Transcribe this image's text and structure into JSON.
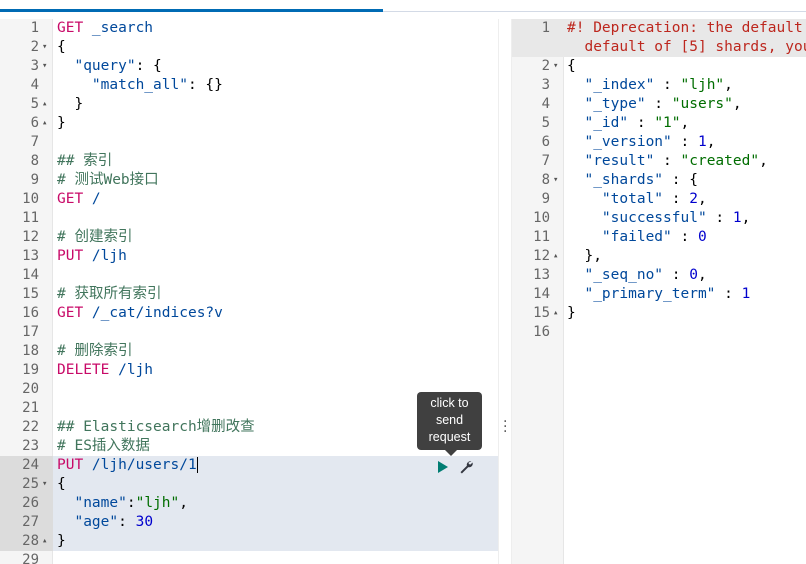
{
  "tooltip": {
    "text_1": "click to",
    "text_2": "send",
    "text_3": "request"
  },
  "request_lines": [
    {
      "n": "1",
      "fold": "",
      "parts": [
        [
          "method",
          "GET"
        ],
        [
          "url",
          " _search"
        ]
      ]
    },
    {
      "n": "2",
      "fold": "▾",
      "parts": [
        [
          "punc",
          "{"
        ]
      ]
    },
    {
      "n": "3",
      "fold": "▾",
      "parts": [
        [
          "punc",
          "  "
        ],
        [
          "key",
          "\"query\""
        ],
        [
          "punc",
          ": {"
        ]
      ]
    },
    {
      "n": "4",
      "fold": "",
      "parts": [
        [
          "punc",
          "    "
        ],
        [
          "key",
          "\"match_all\""
        ],
        [
          "punc",
          ": {}"
        ]
      ]
    },
    {
      "n": "5",
      "fold": "▴",
      "parts": [
        [
          "punc",
          "  }"
        ]
      ]
    },
    {
      "n": "6",
      "fold": "▴",
      "parts": [
        [
          "punc",
          "}"
        ]
      ]
    },
    {
      "n": "7",
      "fold": "",
      "parts": []
    },
    {
      "n": "8",
      "fold": "",
      "parts": [
        [
          "cm",
          "## 索引"
        ]
      ]
    },
    {
      "n": "9",
      "fold": "",
      "parts": [
        [
          "cm",
          "# 测试Web接口"
        ]
      ]
    },
    {
      "n": "10",
      "fold": "",
      "parts": [
        [
          "method",
          "GET"
        ],
        [
          "url",
          " /"
        ]
      ]
    },
    {
      "n": "11",
      "fold": "",
      "parts": []
    },
    {
      "n": "12",
      "fold": "",
      "parts": [
        [
          "cm",
          "# 创建索引"
        ]
      ]
    },
    {
      "n": "13",
      "fold": "",
      "parts": [
        [
          "method",
          "PUT"
        ],
        [
          "url",
          " /ljh"
        ]
      ]
    },
    {
      "n": "14",
      "fold": "",
      "parts": []
    },
    {
      "n": "15",
      "fold": "",
      "parts": [
        [
          "cm",
          "# 获取所有索引"
        ]
      ]
    },
    {
      "n": "16",
      "fold": "",
      "parts": [
        [
          "method",
          "GET"
        ],
        [
          "url",
          " /_cat/indices?v"
        ]
      ]
    },
    {
      "n": "17",
      "fold": "",
      "parts": []
    },
    {
      "n": "18",
      "fold": "",
      "parts": [
        [
          "cm",
          "# 删除索引"
        ]
      ]
    },
    {
      "n": "19",
      "fold": "",
      "parts": [
        [
          "method",
          "DELETE"
        ],
        [
          "url",
          " /ljh"
        ]
      ]
    },
    {
      "n": "20",
      "fold": "",
      "parts": []
    },
    {
      "n": "21",
      "fold": "",
      "parts": []
    },
    {
      "n": "22",
      "fold": "",
      "parts": [
        [
          "cm",
          "## Elasticsearch增删改查"
        ]
      ]
    },
    {
      "n": "23",
      "fold": "",
      "parts": [
        [
          "cm",
          "# ES插入数据"
        ]
      ]
    },
    {
      "n": "24",
      "fold": "",
      "sel": true,
      "cursor": true,
      "parts": [
        [
          "method",
          "PUT"
        ],
        [
          "url",
          " /ljh/users/1"
        ]
      ]
    },
    {
      "n": "25",
      "fold": "▾",
      "sel": true,
      "parts": [
        [
          "punc",
          "{"
        ]
      ]
    },
    {
      "n": "26",
      "fold": "",
      "sel": true,
      "parts": [
        [
          "punc",
          "  "
        ],
        [
          "key",
          "\"name\""
        ],
        [
          "punc",
          ":"
        ],
        [
          "strg",
          "\"ljh\""
        ],
        [
          "punc",
          ","
        ]
      ]
    },
    {
      "n": "27",
      "fold": "",
      "sel": true,
      "parts": [
        [
          "punc",
          "  "
        ],
        [
          "key",
          "\"age\""
        ],
        [
          "punc",
          ": "
        ],
        [
          "num",
          "30"
        ]
      ]
    },
    {
      "n": "28",
      "fold": "▴",
      "sel": true,
      "parts": [
        [
          "punc",
          "}"
        ]
      ]
    },
    {
      "n": "29",
      "fold": "",
      "parts": []
    }
  ],
  "response_lines": [
    {
      "n": "1",
      "fold": "",
      "hl": true,
      "parts": [
        [
          "warn",
          "#! Deprecation: the default n"
        ]
      ]
    },
    {
      "n": "",
      "fold": "",
      "hl": true,
      "parts": [
        [
          "warn",
          "  default of [5] shards, you"
        ]
      ]
    },
    {
      "n": "2",
      "fold": "▾",
      "parts": [
        [
          "punc",
          "{"
        ]
      ]
    },
    {
      "n": "3",
      "fold": "",
      "parts": [
        [
          "punc",
          "  "
        ],
        [
          "key",
          "\"_index\""
        ],
        [
          "punc",
          " : "
        ],
        [
          "strg",
          "\"ljh\""
        ],
        [
          "punc",
          ","
        ]
      ]
    },
    {
      "n": "4",
      "fold": "",
      "parts": [
        [
          "punc",
          "  "
        ],
        [
          "key",
          "\"_type\""
        ],
        [
          "punc",
          " : "
        ],
        [
          "strg",
          "\"users\""
        ],
        [
          "punc",
          ","
        ]
      ]
    },
    {
      "n": "5",
      "fold": "",
      "parts": [
        [
          "punc",
          "  "
        ],
        [
          "key",
          "\"_id\""
        ],
        [
          "punc",
          " : "
        ],
        [
          "strg",
          "\"1\""
        ],
        [
          "punc",
          ","
        ]
      ]
    },
    {
      "n": "6",
      "fold": "",
      "parts": [
        [
          "punc",
          "  "
        ],
        [
          "key",
          "\"_version\""
        ],
        [
          "punc",
          " : "
        ],
        [
          "num",
          "1"
        ],
        [
          "punc",
          ","
        ]
      ]
    },
    {
      "n": "7",
      "fold": "",
      "parts": [
        [
          "punc",
          "  "
        ],
        [
          "key",
          "\"result\""
        ],
        [
          "punc",
          " : "
        ],
        [
          "strg",
          "\"created\""
        ],
        [
          "punc",
          ","
        ]
      ]
    },
    {
      "n": "8",
      "fold": "▾",
      "parts": [
        [
          "punc",
          "  "
        ],
        [
          "key",
          "\"_shards\""
        ],
        [
          "punc",
          " : {"
        ]
      ]
    },
    {
      "n": "9",
      "fold": "",
      "parts": [
        [
          "punc",
          "    "
        ],
        [
          "key",
          "\"total\""
        ],
        [
          "punc",
          " : "
        ],
        [
          "num",
          "2"
        ],
        [
          "punc",
          ","
        ]
      ]
    },
    {
      "n": "10",
      "fold": "",
      "parts": [
        [
          "punc",
          "    "
        ],
        [
          "key",
          "\"successful\""
        ],
        [
          "punc",
          " : "
        ],
        [
          "num",
          "1"
        ],
        [
          "punc",
          ","
        ]
      ]
    },
    {
      "n": "11",
      "fold": "",
      "parts": [
        [
          "punc",
          "    "
        ],
        [
          "key",
          "\"failed\""
        ],
        [
          "punc",
          " : "
        ],
        [
          "num",
          "0"
        ]
      ]
    },
    {
      "n": "12",
      "fold": "▴",
      "parts": [
        [
          "punc",
          "  },"
        ]
      ]
    },
    {
      "n": "13",
      "fold": "",
      "parts": [
        [
          "punc",
          "  "
        ],
        [
          "key",
          "\"_seq_no\""
        ],
        [
          "punc",
          " : "
        ],
        [
          "num",
          "0"
        ],
        [
          "punc",
          ","
        ]
      ]
    },
    {
      "n": "14",
      "fold": "",
      "parts": [
        [
          "punc",
          "  "
        ],
        [
          "key",
          "\"_primary_term\""
        ],
        [
          "punc",
          " : "
        ],
        [
          "num",
          "1"
        ]
      ]
    },
    {
      "n": "15",
      "fold": "▴",
      "parts": [
        [
          "punc",
          "}"
        ]
      ]
    },
    {
      "n": "16",
      "fold": "",
      "parts": []
    }
  ]
}
